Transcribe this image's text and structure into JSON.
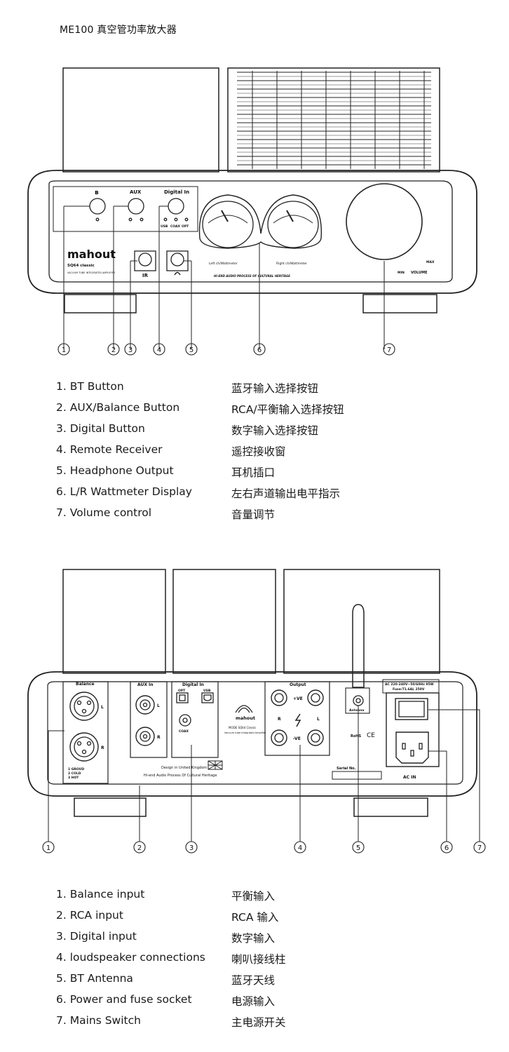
{
  "title": "ME100 真空管功率放大器",
  "front": {
    "brand": "mahout",
    "model": "SQ64 classic",
    "model_sub": "VACUUM TUBE INTEGRATED AMPLIFIER",
    "labels": {
      "bt": "ʙ",
      "aux": "AUX",
      "digital": "Digital In",
      "usb": "USB",
      "coax": "COAX",
      "opt": "OPT",
      "ir": "IR",
      "left_meter": "Left ch/Wattmeter",
      "right_meter": "Right ch/Wattmeter",
      "tagline": "HI-END AUDIO PROCESS OF CULTURAL HERITAGE",
      "max": "MAX",
      "min": "MIN",
      "volume": "VOLUME"
    },
    "callouts": [
      "1",
      "2",
      "3",
      "4",
      "5",
      "6",
      "7"
    ],
    "legend": [
      {
        "en": "1. BT Button",
        "zh": "蓝牙输入选择按钮"
      },
      {
        "en": "2. AUX/Balance Button",
        "zh": "RCA/平衡输入选择按钮"
      },
      {
        "en": "3. Digital Button",
        "zh": "数字输入选择按钮"
      },
      {
        "en": "4. Remote Receiver",
        "zh": "遥控接收窗"
      },
      {
        "en": "5. Headphone Output",
        "zh": "耳机插口"
      },
      {
        "en": "6. L/R Wattmeter Display",
        "zh": "左右声道输出电平指示"
      },
      {
        "en": "7. Volume control",
        "zh": "音量调节"
      }
    ]
  },
  "rear": {
    "labels": {
      "balance": "Balance",
      "l": "L",
      "r": "R",
      "pins": "1 GROUD\n2 COLD\n3 HOT",
      "pin1": "1 GROUD",
      "pin2": "2 COLD",
      "pin3": "3 HOT",
      "aux_in": "AUX In",
      "digital_in": "Digital In",
      "opt": "OPT",
      "usb": "USB",
      "coax": "COAX",
      "design": "Design in United Kingdom",
      "hiend": "Hi-end Audio Process Of Cultural Heritage",
      "output": "Output",
      "pve": "+VE",
      "nve": "-VE",
      "antenna": "Antenna",
      "brand": "mahout",
      "model": "MODE SQ64 Classic",
      "model_sub": "Vacuum tube Integrated Amplifier",
      "rohs": "RoHS",
      "ce": "CE",
      "serial": "Serial No.",
      "ac_spec1": "AC 220-240V~50/60Hz 95W",
      "ac_spec2": "Fuse:T1.6AL 250V",
      "ac_in": "AC IN"
    },
    "callouts": [
      "1",
      "2",
      "3",
      "4",
      "5",
      "6",
      "7"
    ],
    "legend": [
      {
        "en": "1. Balance input",
        "zh": "平衡输入"
      },
      {
        "en": "2. RCA input",
        "zh": "RCA 输入"
      },
      {
        "en": "3. Digital input",
        "zh": "数字输入"
      },
      {
        "en": "4. loudspeaker connections",
        "zh": "喇叭接线柱"
      },
      {
        "en": "5. BT Antenna",
        "zh": "蓝牙天线"
      },
      {
        "en": "6. Power and fuse socket",
        "zh": "电源输入"
      },
      {
        "en": "7. Mains Switch",
        "zh": "主电源开关"
      }
    ]
  }
}
